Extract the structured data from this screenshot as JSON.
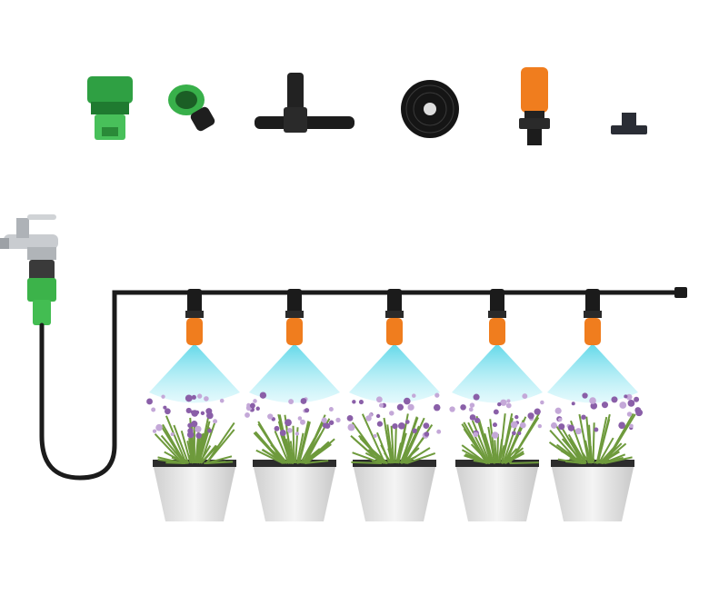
{
  "components": [
    {
      "name": "tap-connector-icon"
    },
    {
      "name": "quick-connector-icon"
    },
    {
      "name": "tee-connector-icon"
    },
    {
      "name": "tubing-coil-icon"
    },
    {
      "name": "mist-nozzle-icon"
    },
    {
      "name": "end-plug-icon"
    }
  ],
  "stations": [
    {
      "name": "station-1"
    },
    {
      "name": "station-2"
    },
    {
      "name": "station-3"
    },
    {
      "name": "station-4"
    },
    {
      "name": "station-5"
    }
  ],
  "colors": {
    "tube": "#1b1b1b",
    "connector_green": "#3cb34a",
    "nozzle_orange": "#f07d1e",
    "mist": "#7fe3f0",
    "foliage": "#6e9a3c",
    "flower": "#8a5fa8",
    "pot": "#e6e6e6"
  }
}
